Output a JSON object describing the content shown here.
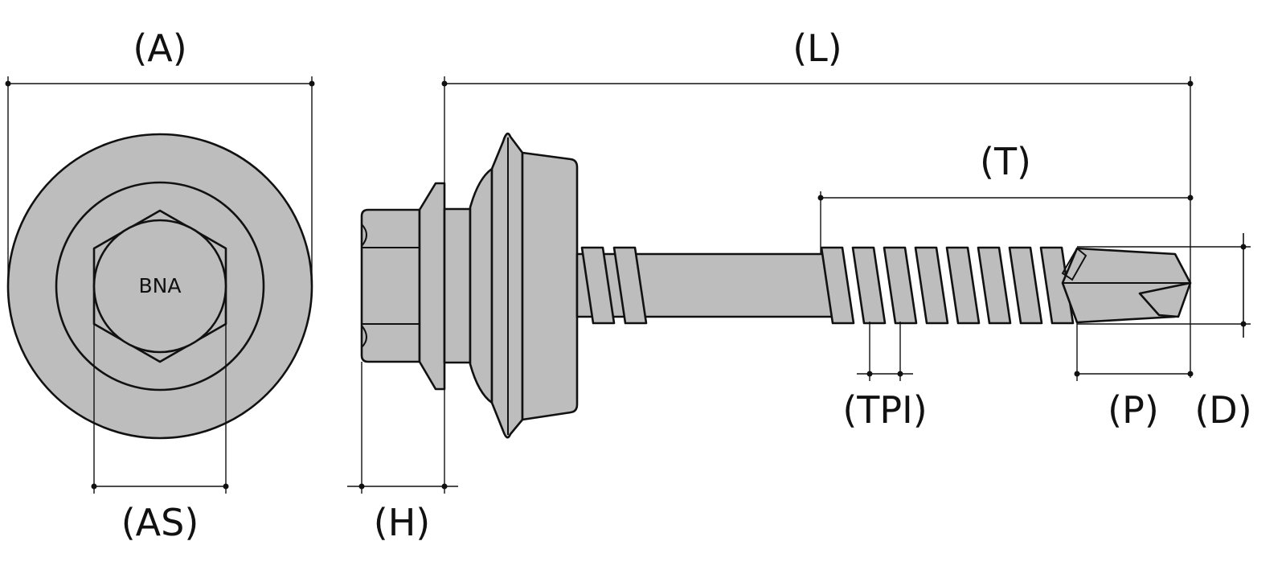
{
  "diagram": {
    "head_marking": "BNA",
    "labels": {
      "A": "(A)",
      "AS": "(AS)",
      "H": "(H)",
      "L": "(L)",
      "T": "(T)",
      "TPI": "(TPI)",
      "P": "(P)",
      "D": "(D)"
    },
    "colors": {
      "part_fill": "#bdbdbd",
      "outline": "#111111",
      "background": "#ffffff"
    }
  }
}
